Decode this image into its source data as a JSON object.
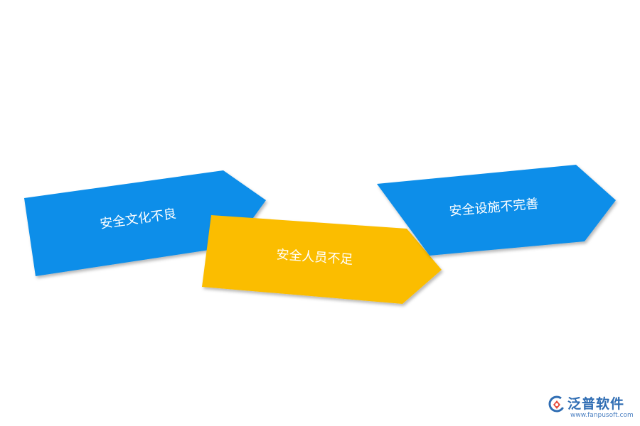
{
  "diagram": {
    "items": [
      {
        "label": "安全文化不良",
        "color": "#0b8ee9"
      },
      {
        "label": "安全人员不足",
        "color": "#fbbd02"
      },
      {
        "label": "安全设施不完善",
        "color": "#0b8ee9"
      }
    ]
  },
  "logo": {
    "name": "泛普软件",
    "url": "www.fanpusoft.com",
    "colors": {
      "primary": "#2f6db3",
      "accent": "#e74c3c"
    }
  }
}
